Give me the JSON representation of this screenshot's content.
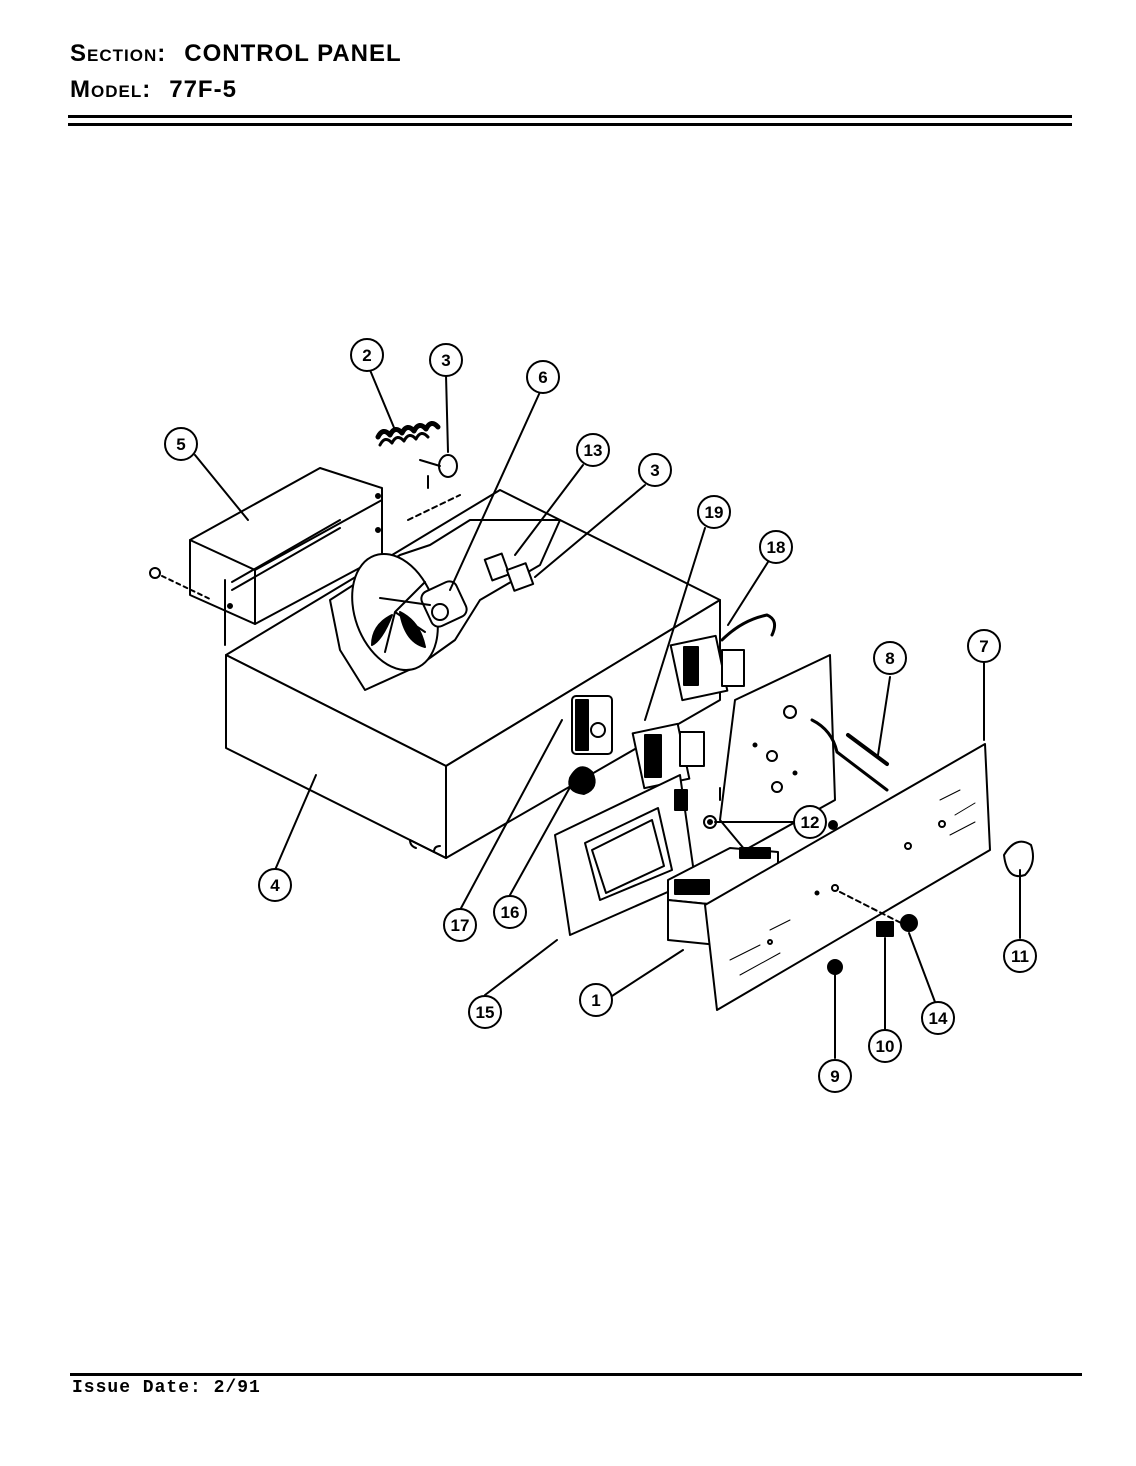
{
  "header": {
    "section_label": "Section:",
    "section_value": "CONTROL PANEL",
    "model_label": "Model:",
    "model_value": "77F-5"
  },
  "footer": {
    "issue_date": "Issue Date: 2/91"
  },
  "callouts": [
    "2",
    "3",
    "6",
    "5",
    "13",
    "3",
    "19",
    "18",
    "8",
    "7",
    "12",
    "4",
    "17",
    "16",
    "15",
    "1",
    "9",
    "10",
    "14",
    "11"
  ]
}
